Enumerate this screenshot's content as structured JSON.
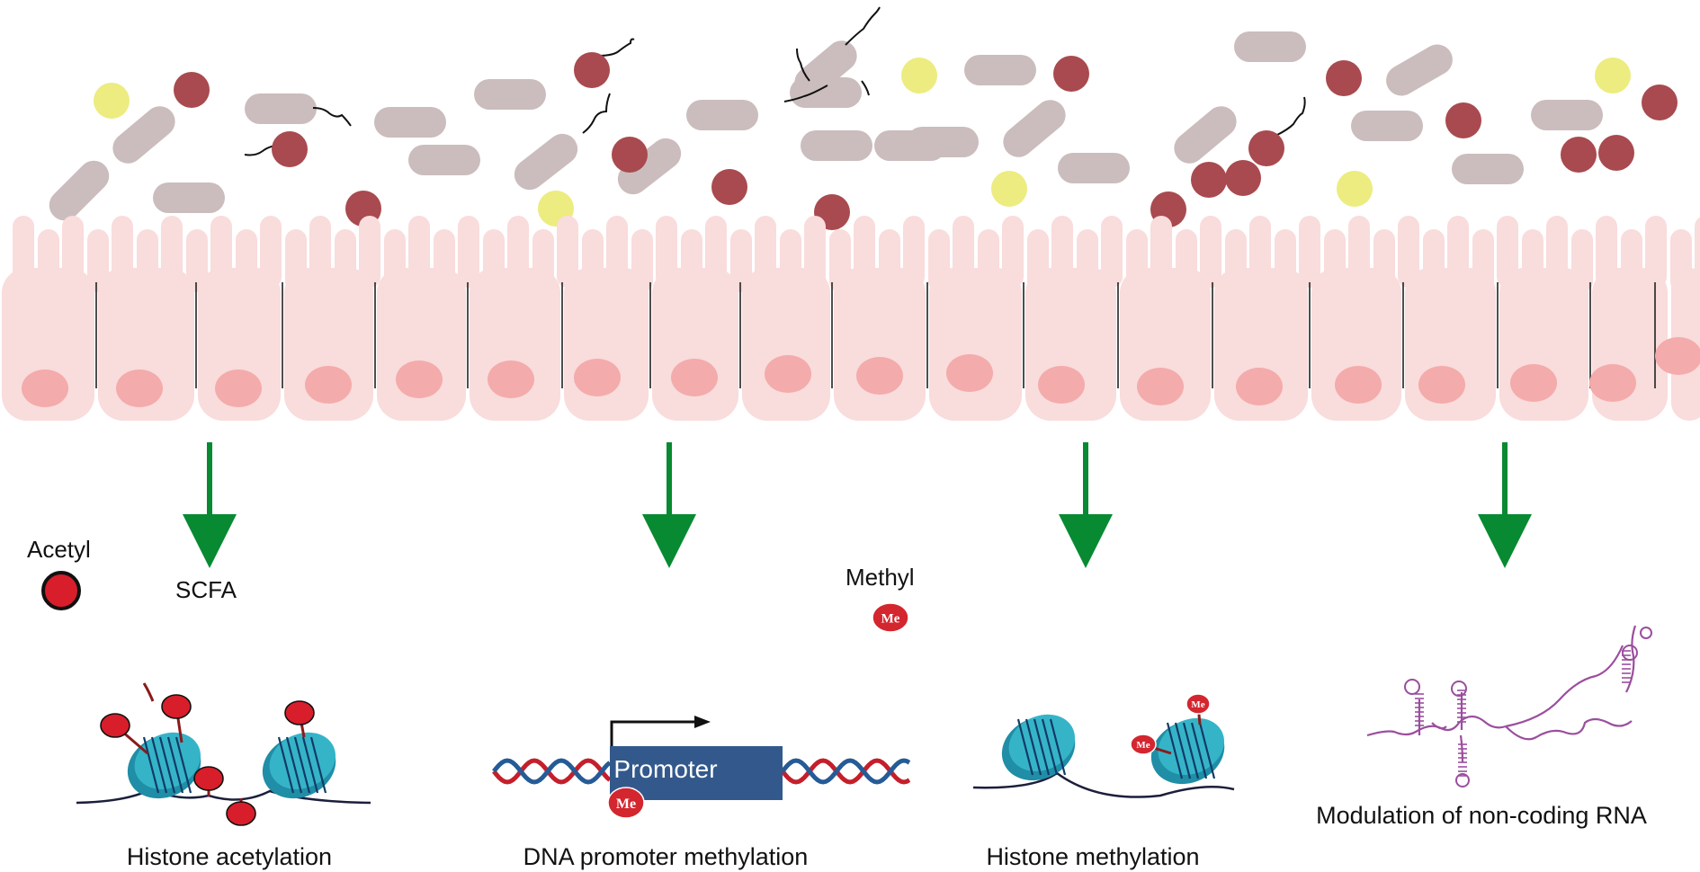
{
  "legend": {
    "acetyl": "Acetyl",
    "scfa": "SCFA",
    "methyl": "Methyl",
    "me_badge": "Me"
  },
  "mechanisms": [
    {
      "label": "Histone acetylation"
    },
    {
      "label": "DNA promoter methylation"
    },
    {
      "label": "Histone methylation"
    },
    {
      "label": "Modulation of non-coding RNA"
    }
  ],
  "promoter": {
    "label": "Promoter"
  },
  "colors": {
    "epithelium": "#f9dcdc",
    "nucleus": "#f4abab",
    "bacterium": "#cbbdbd",
    "scfa": "#a84a4f",
    "yellow_particle": "#ecec80",
    "arrow": "#078a31",
    "acetyl": "#d81e2a",
    "nucleosome": "#35b4c8",
    "dna_blue": "#255b96",
    "dna_red": "#c41f2b",
    "promoter_box": "#33598c",
    "rna": "#9b4e9e"
  },
  "icons": [
    "bacterium-icon",
    "scfa-molecule-icon",
    "nucleosome-icon",
    "dna-helix-icon",
    "rna-hairpin-icon",
    "arrow-down-icon"
  ]
}
